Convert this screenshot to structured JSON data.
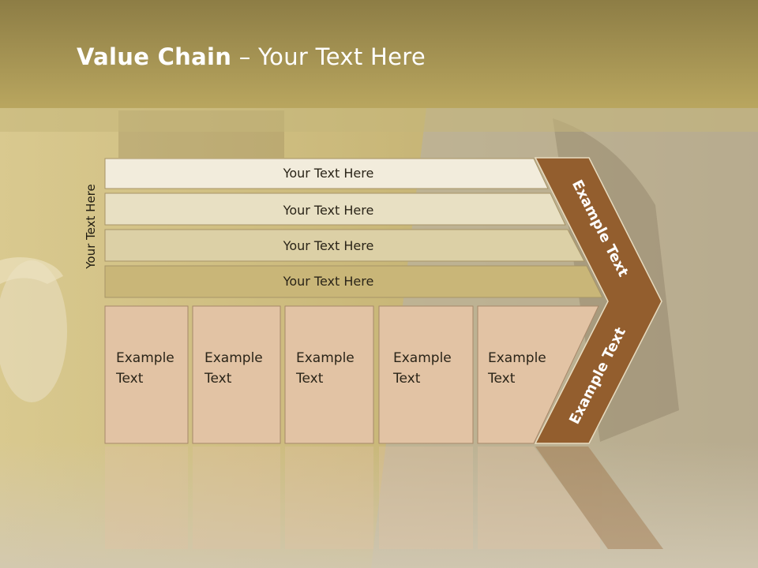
{
  "slide": {
    "title_bold": "Value Chain",
    "title_rest": " – Your Text Here",
    "side_label": "Your Text Here"
  },
  "rows": [
    {
      "label": "Your Text Here"
    },
    {
      "label": "Your Text Here"
    },
    {
      "label": "Your Text Here"
    },
    {
      "label": "Your Text Here"
    }
  ],
  "cells": [
    {
      "line1": "Example",
      "line2": "Text"
    },
    {
      "line1": "Example",
      "line2": "Text"
    },
    {
      "line1": "Example",
      "line2": "Text"
    },
    {
      "line1": "Example",
      "line2": "Text"
    },
    {
      "line1": "Example",
      "line2": "Text"
    }
  ],
  "arrow": {
    "upper_label": "Example Text",
    "lower_label": "Example Text"
  },
  "colors": {
    "header": "#a8944f",
    "row_fills": [
      "#f2ecdc",
      "#e8e0c3",
      "#dcd0a6",
      "#c9b678"
    ],
    "cell_fill": "#e2c3a4",
    "arrow_fill": "#935e2e"
  }
}
